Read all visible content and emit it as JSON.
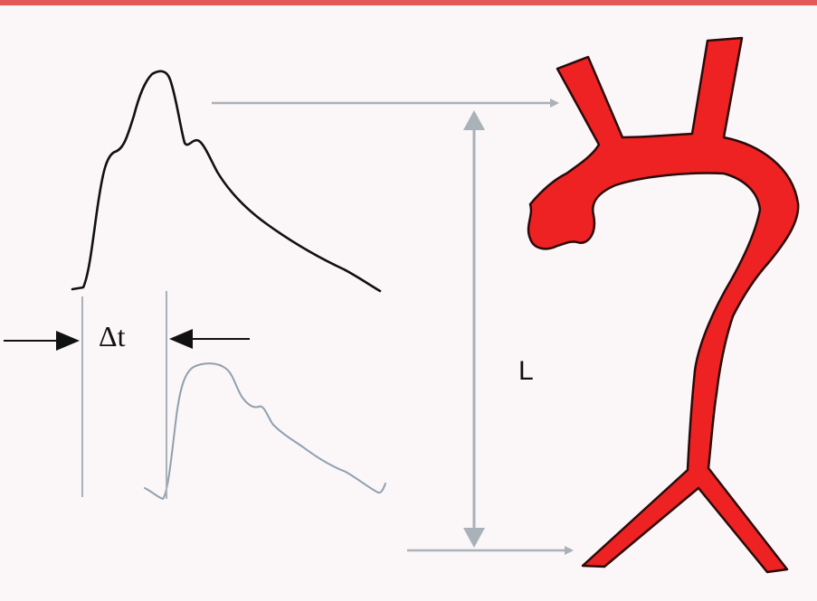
{
  "labels": {
    "delta_t": "Δt",
    "length": "L"
  },
  "colors": {
    "border_top": "#e45a5a",
    "background": "#fbf6f8",
    "proximal_waveform": "#111111",
    "distal_waveform": "#8fa0ad",
    "guide_lines": "#a9b1b9",
    "arrows": "#111111",
    "aorta_fill": "#ee2222",
    "aorta_outline": "#2a0a0a"
  },
  "icons": {
    "aorta": "aorta-illustration",
    "arrow_right": "arrow-right-icon",
    "arrow_left": "arrow-left-icon",
    "double_arrow": "double-headed-arrow-icon"
  }
}
